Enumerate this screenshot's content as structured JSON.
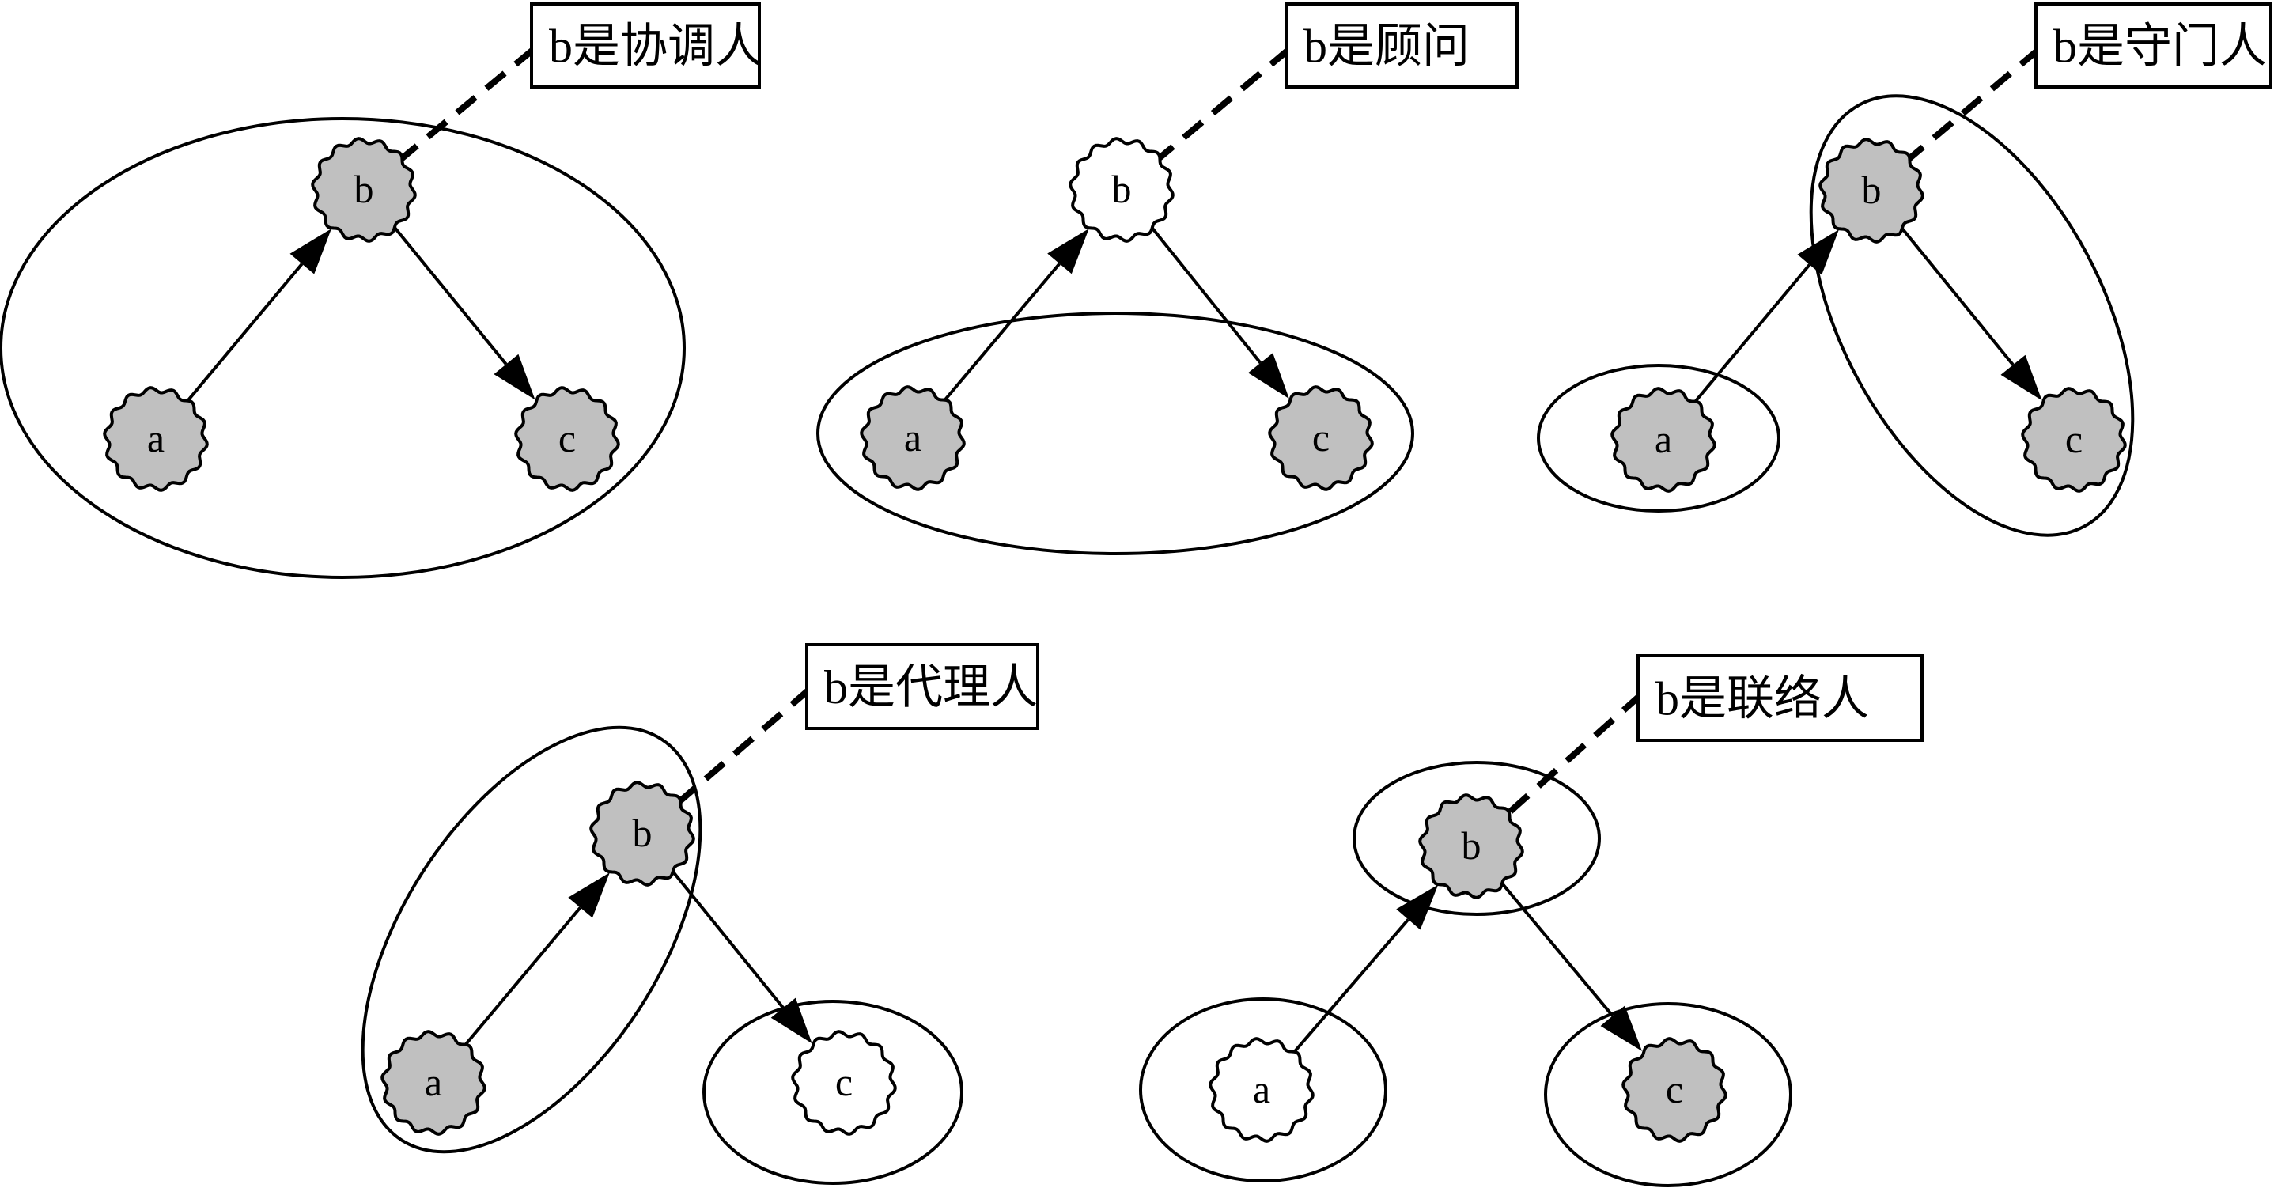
{
  "colors": {
    "gray_fill": "#c0c0c0",
    "white_fill": "#ffffff",
    "stroke": "#000000",
    "background": "#ffffff"
  },
  "panels": [
    {
      "id": "coordinator",
      "role_label": "b是协调人",
      "nodes": [
        {
          "id": "a",
          "label": "a",
          "filled": true
        },
        {
          "id": "b",
          "label": "b",
          "filled": true
        },
        {
          "id": "c",
          "label": "c",
          "filled": true
        }
      ],
      "edges": [
        {
          "from": "a",
          "to": "b"
        },
        {
          "from": "b",
          "to": "c"
        }
      ],
      "groups": [
        [
          "a",
          "b",
          "c"
        ]
      ]
    },
    {
      "id": "consultant",
      "role_label": "b是顾问",
      "nodes": [
        {
          "id": "a",
          "label": "a",
          "filled": true
        },
        {
          "id": "b",
          "label": "b",
          "filled": false
        },
        {
          "id": "c",
          "label": "c",
          "filled": true
        }
      ],
      "edges": [
        {
          "from": "a",
          "to": "b"
        },
        {
          "from": "b",
          "to": "c"
        }
      ],
      "groups": [
        [
          "a",
          "c"
        ]
      ]
    },
    {
      "id": "gatekeeper",
      "role_label": "b是守门人",
      "nodes": [
        {
          "id": "a",
          "label": "a",
          "filled": true
        },
        {
          "id": "b",
          "label": "b",
          "filled": true
        },
        {
          "id": "c",
          "label": "c",
          "filled": true
        }
      ],
      "edges": [
        {
          "from": "a",
          "to": "b"
        },
        {
          "from": "b",
          "to": "c"
        }
      ],
      "groups": [
        [
          "a"
        ],
        [
          "b",
          "c"
        ]
      ]
    },
    {
      "id": "representative",
      "role_label": "b是代理人",
      "nodes": [
        {
          "id": "a",
          "label": "a",
          "filled": true
        },
        {
          "id": "b",
          "label": "b",
          "filled": true
        },
        {
          "id": "c",
          "label": "c",
          "filled": false
        }
      ],
      "edges": [
        {
          "from": "a",
          "to": "b"
        },
        {
          "from": "b",
          "to": "c"
        }
      ],
      "groups": [
        [
          "a",
          "b"
        ],
        [
          "c"
        ]
      ]
    },
    {
      "id": "liaison",
      "role_label": "b是联络人",
      "nodes": [
        {
          "id": "a",
          "label": "a",
          "filled": false
        },
        {
          "id": "b",
          "label": "b",
          "filled": true
        },
        {
          "id": "c",
          "label": "c",
          "filled": true
        }
      ],
      "edges": [
        {
          "from": "a",
          "to": "b"
        },
        {
          "from": "b",
          "to": "c"
        }
      ],
      "groups": [
        [
          "a"
        ],
        [
          "b"
        ],
        [
          "c"
        ]
      ]
    }
  ]
}
